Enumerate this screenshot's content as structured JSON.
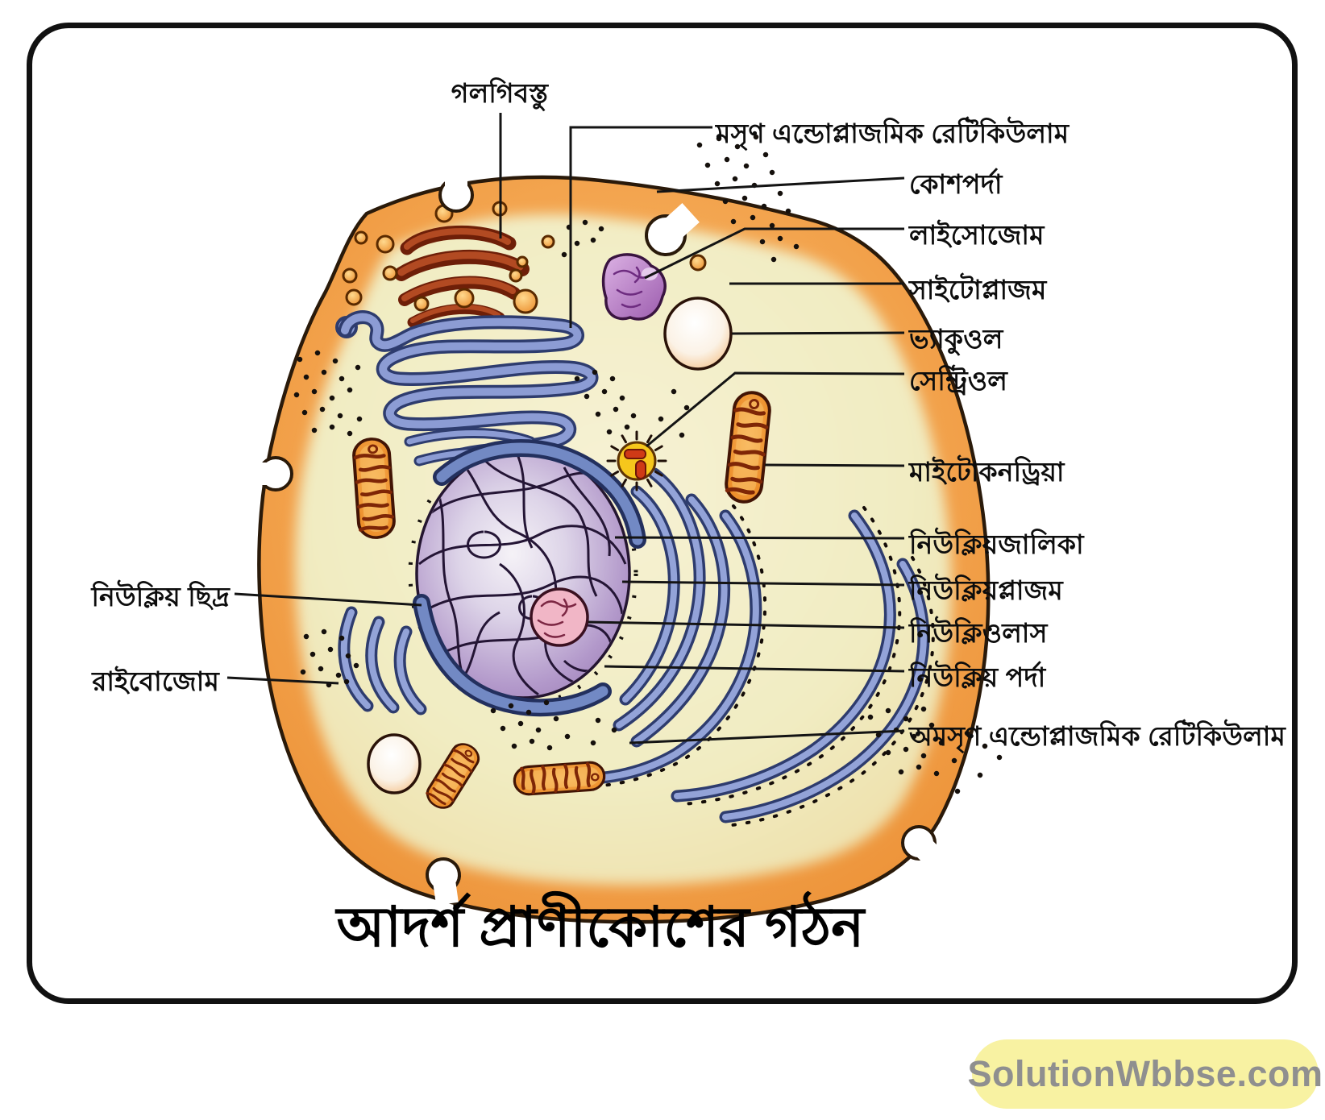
{
  "diagram": {
    "title": "আদর্শ প্রাণীকোশের গঠন",
    "labels": {
      "golgi": "গলগিবস্তু",
      "smooth_er": "মসৃণ এন্ডোপ্লাজমিক রেটিকিউলাম",
      "cell_membrane": "কোশপর্দা",
      "lysosome": "লাইসোজোম",
      "cytoplasm": "সাইটোপ্লাজম",
      "vacuole": "ভ্যাকুওল",
      "centriole": "সেন্ট্রিওল",
      "mitochondria": "মাইটোকনড্রিয়া",
      "nuclear_reticulum": "নিউক্লিয়জালিকা",
      "nucleoplasm": "নিউক্লিয়প্লাজম",
      "nucleolus": "নিউক্লিওলাস",
      "nuclear_membrane": "নিউক্লিয় পর্দা",
      "rough_er": "অমসৃণ এন্ডোপ্লাজমিক রেটিকিউলাম",
      "nuclear_pore": "নিউক্লিয় ছিদ্র",
      "ribosome": "রাইবোজোম"
    },
    "colors": {
      "cell_rim": "#f3a44e",
      "cell_inner": "#f1ecc2",
      "er_blue": "#8c9cd4",
      "nucleus": "#a184bd",
      "nucleolus": "#f1b6c6",
      "golgi": "#a03314",
      "mitochondria": "#ec8a22",
      "centriole": "#f6c71c",
      "lysosome": "#b671c4"
    }
  },
  "watermark": {
    "text": "SolutionWbbse.com"
  }
}
